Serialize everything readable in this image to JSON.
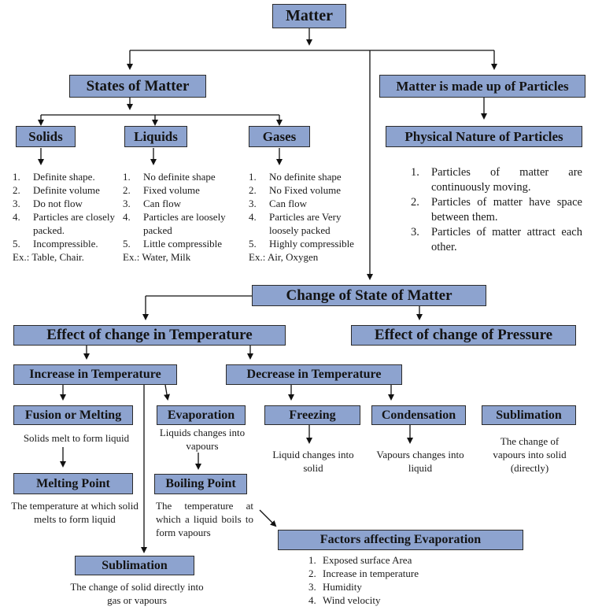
{
  "root": "Matter",
  "states": {
    "title": "States of Matter",
    "solids": {
      "title": "Solids",
      "items": [
        "Definite shape.",
        "Definite volume",
        "Do not flow",
        "Particles are closely packed.",
        "Incompressible."
      ],
      "example": "Ex.: Table, Chair."
    },
    "liquids": {
      "title": "Liquids",
      "items": [
        "No definite shape",
        "Fixed volume",
        "Can flow",
        "Particles are loosely packed",
        "Little compressible"
      ],
      "example": "Ex.: Water, Milk"
    },
    "gases": {
      "title": "Gases",
      "items": [
        "No definite shape",
        "No Fixed volume",
        "Can flow",
        "Particles are Very loosely packed",
        "Highly compressible"
      ],
      "example": "Ex.: Air, Oxygen"
    }
  },
  "particles": {
    "title": "Matter is made up of Particles",
    "nature_title": "Physical Nature of Particles",
    "items": [
      "Particles of matter are continuously moving.",
      "Particles of matter have space between them.",
      "Particles of matter attract each other."
    ]
  },
  "change": {
    "title": "Change of State of Matter",
    "temperature": "Effect of change in Temperature",
    "pressure": "Effect of change of Pressure",
    "increase": "Increase in Temperature",
    "decrease": "Decrease in Temperature",
    "fusion": {
      "title": "Fusion or Melting",
      "desc": "Solids melt to form liquid"
    },
    "melting_point": {
      "title": "Melting Point",
      "desc": "The temperature at which solid melts to form liquid"
    },
    "evaporation": {
      "title": "Evaporation",
      "desc": "Liquids changes into vapours"
    },
    "boiling_point": {
      "title": "Boiling Point",
      "desc": "The temperature at which a liquid boils to form vapours"
    },
    "sublimation_inc": {
      "title": "Sublimation",
      "desc": "The change of solid directly into gas or vapours"
    },
    "freezing": {
      "title": "Freezing",
      "desc": "Liquid changes into solid"
    },
    "condensation": {
      "title": "Condensation",
      "desc": "Vapours changes into liquid"
    },
    "sublimation_dec": {
      "title": "Sublimation",
      "desc": "The change of vapours into solid (directly)"
    },
    "factors": {
      "title": "Factors affecting Evaporation",
      "items": [
        "Exposed surface Area",
        "Increase in temperature",
        "Humidity",
        "Wind velocity"
      ]
    }
  }
}
